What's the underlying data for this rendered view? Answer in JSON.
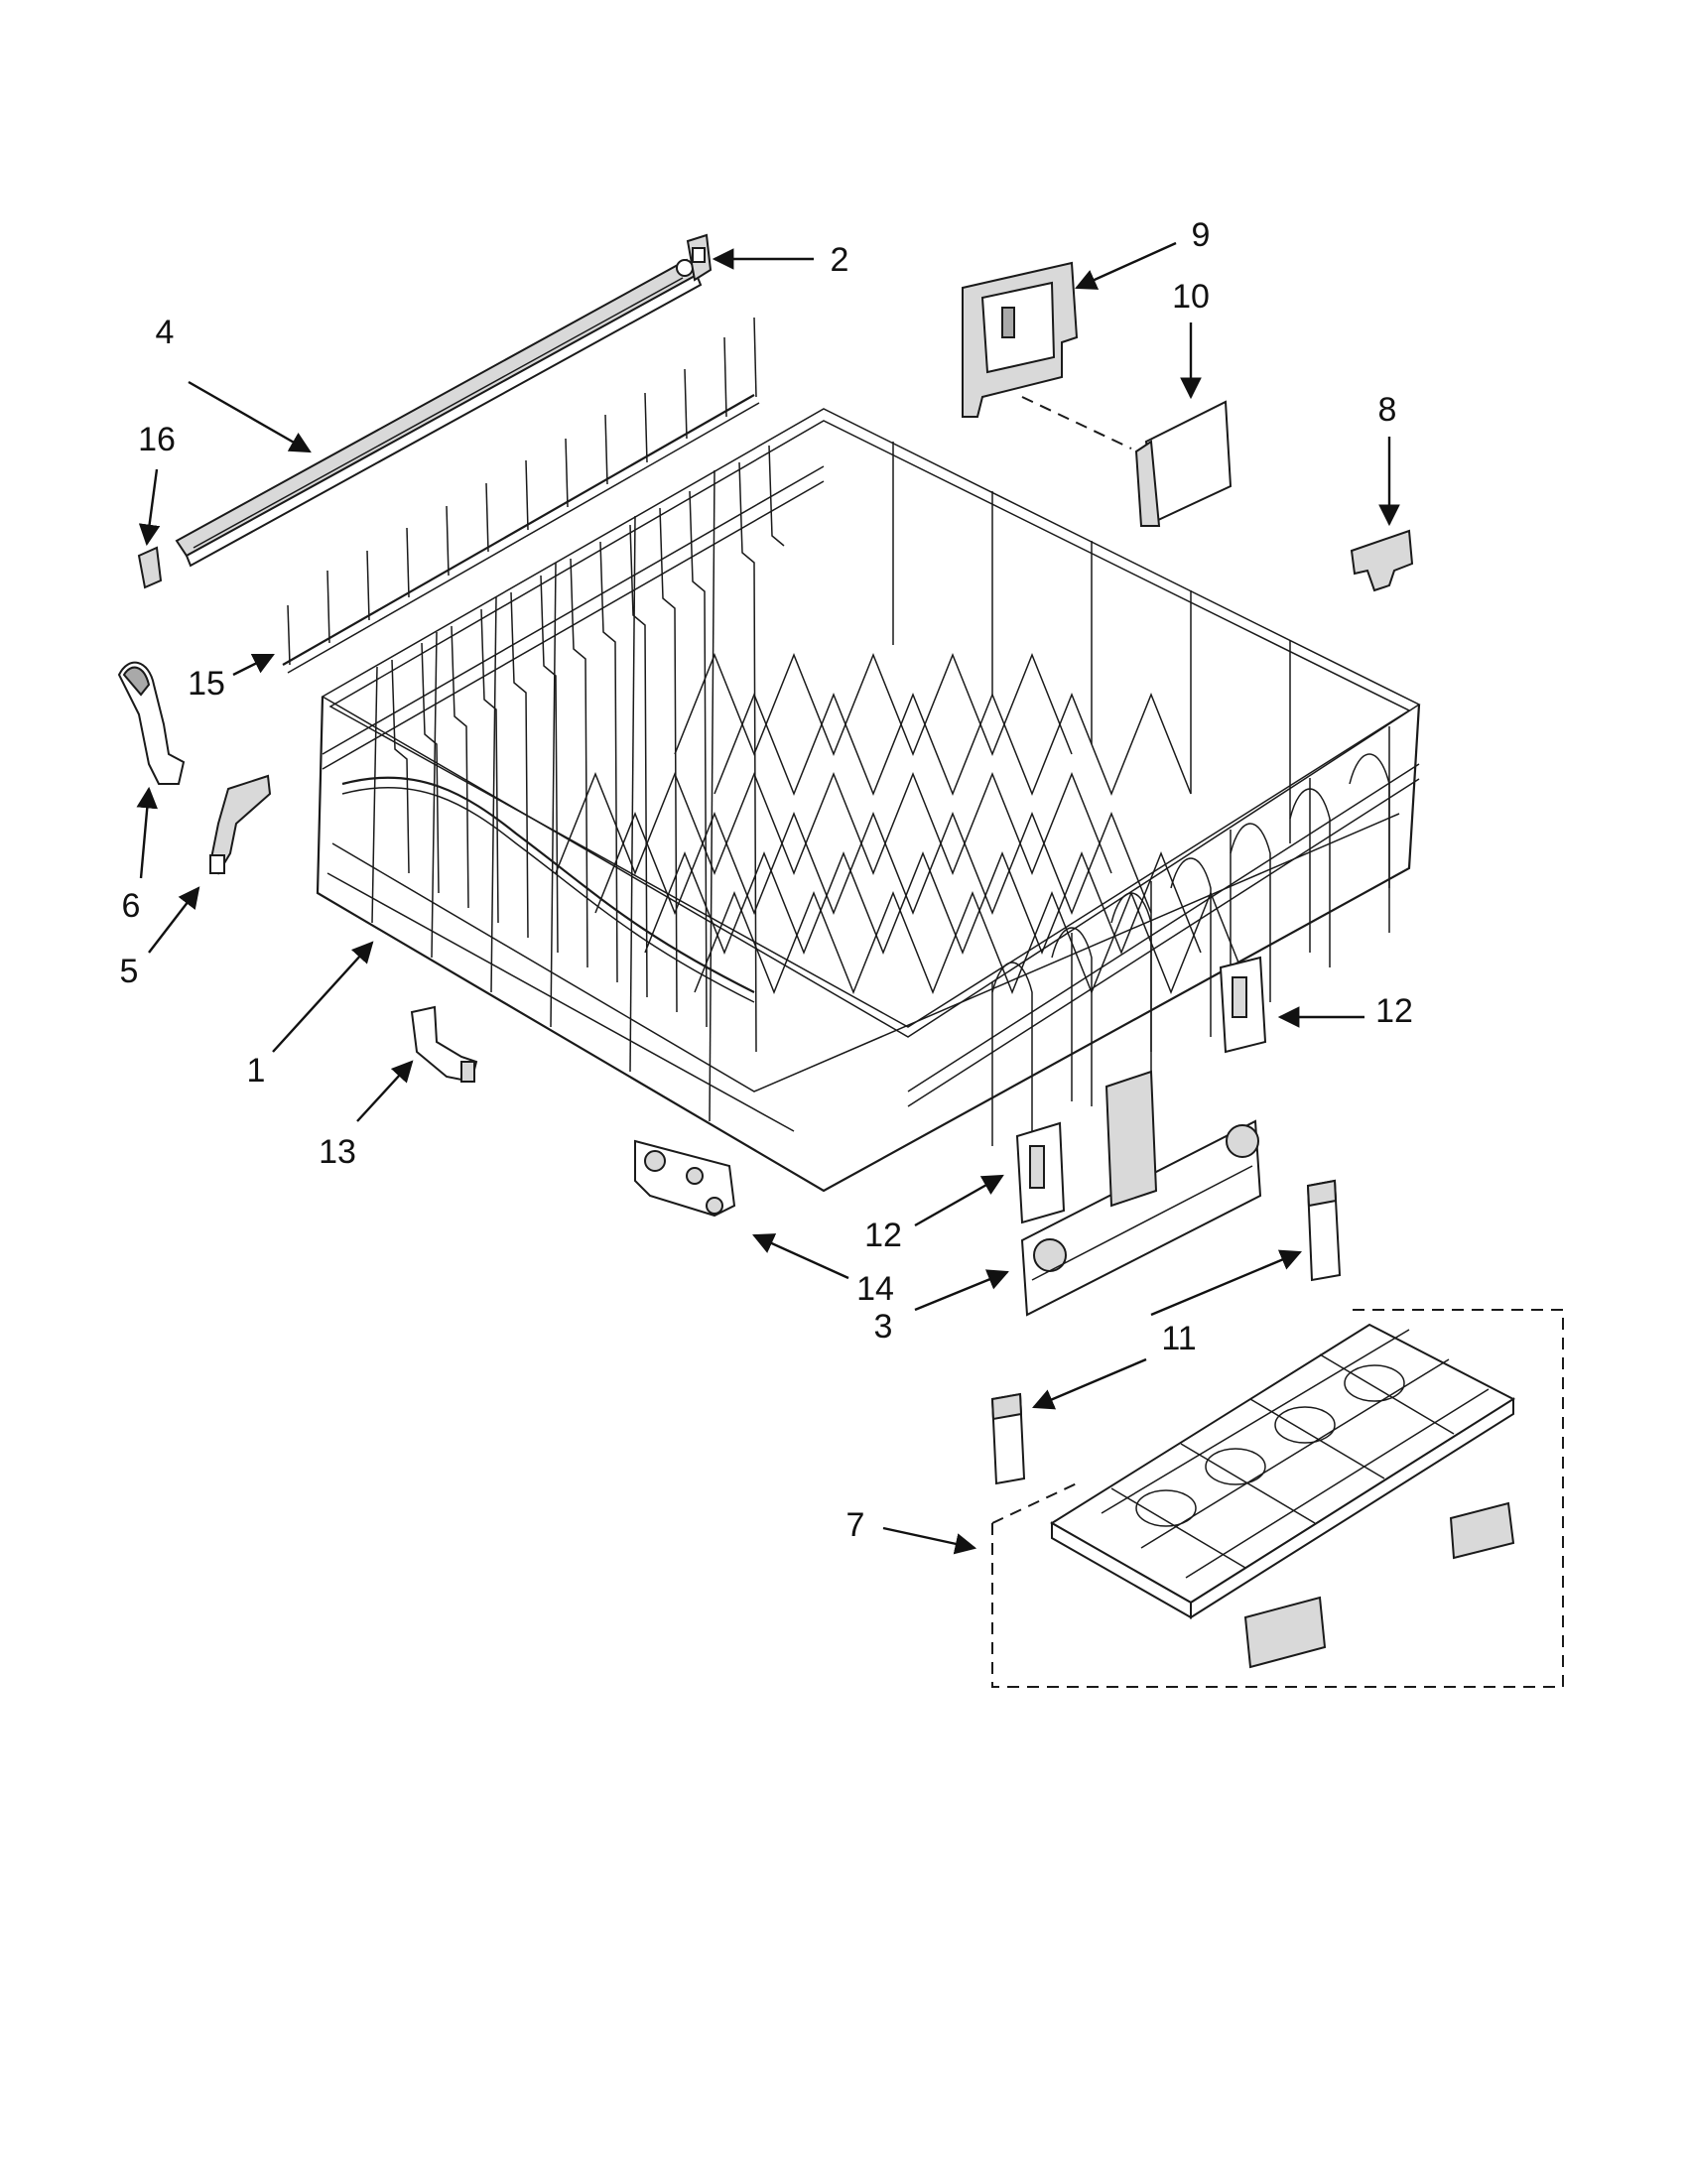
{
  "callouts": [
    "1",
    "2",
    "3",
    "4",
    "5",
    "6",
    "7",
    "8",
    "9",
    "10",
    "11",
    "12",
    "13",
    "14",
    "15",
    "16"
  ],
  "colors": {
    "line": "#1a1a1a",
    "background": "#ffffff",
    "shade": "#d9d9d9"
  }
}
